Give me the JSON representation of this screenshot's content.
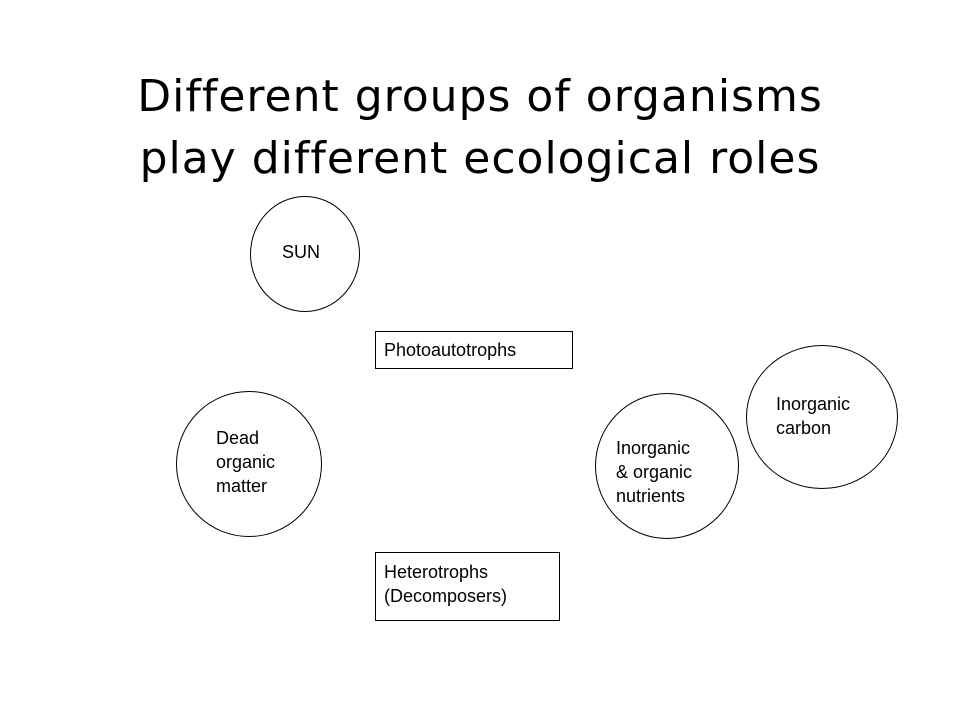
{
  "title": {
    "line1": "Different groups of organisms",
    "line2": "play different ecological roles"
  },
  "nodes": {
    "sun": {
      "label": "SUN"
    },
    "photoautotrophs": {
      "label": "Photoautotrophs"
    },
    "inorganic_carbon": {
      "line1": "Inorganic",
      "line2": "carbon"
    },
    "dead_organic_matter": {
      "line1": "Dead",
      "line2": "organic",
      "line3": "matter"
    },
    "nutrients": {
      "line1": "Inorganic",
      "line2": "& organic",
      "line3": "nutrients"
    },
    "heterotrophs": {
      "line1": "Heterotrophs",
      "line2": "(Decomposers)"
    }
  }
}
